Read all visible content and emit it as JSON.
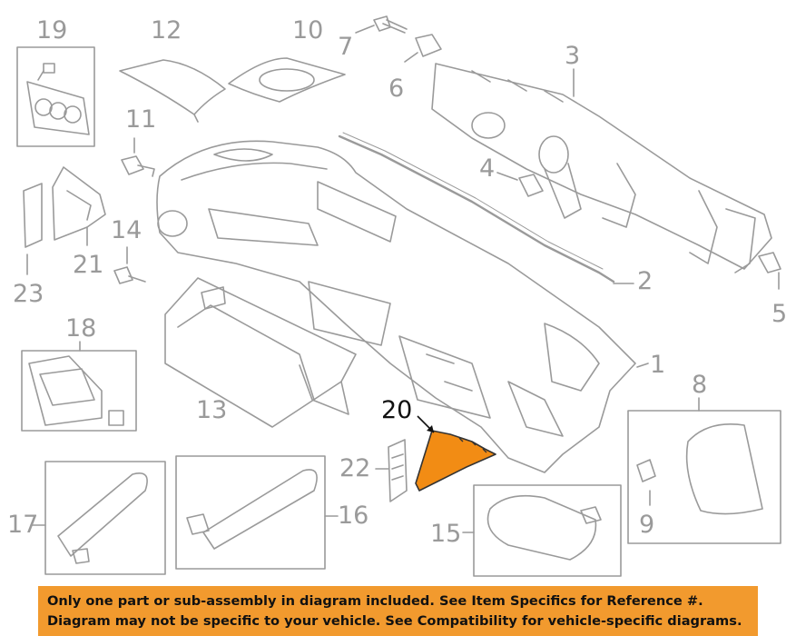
{
  "callouts": {
    "c1": "1",
    "c2": "2",
    "c3": "3",
    "c4": "4",
    "c5": "5",
    "c6": "6",
    "c7": "7",
    "c8": "8",
    "c9": "9",
    "c10": "10",
    "c11": "11",
    "c12": "12",
    "c13": "13",
    "c14": "14",
    "c15": "15",
    "c16": "16",
    "c17": "17",
    "c18": "18",
    "c19": "19",
    "c20": "20",
    "c21": "21",
    "c22": "22",
    "c23": "23"
  },
  "highlighted_part": "20",
  "colors": {
    "highlight": "#f28c14",
    "line": "#9a9a9a",
    "banner": "#f29a2e"
  },
  "banner": {
    "line1": "Only one part or sub-assembly in diagram included. See Item Specifics for Reference #.",
    "line2": "Diagram may not be specific to your vehicle. See Compatibility for vehicle-specific diagrams."
  }
}
